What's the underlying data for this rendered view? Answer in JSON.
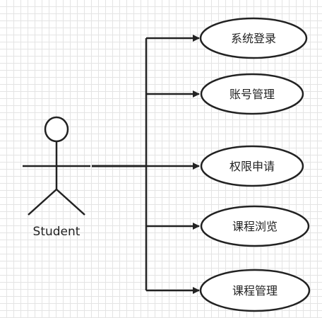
{
  "diagram": {
    "actor": {
      "label": "Student"
    },
    "use_cases": [
      {
        "label": "系统登录"
      },
      {
        "label": "账号管理"
      },
      {
        "label": "权限申请"
      },
      {
        "label": "课程浏览"
      },
      {
        "label": "课程管理"
      }
    ],
    "colors": {
      "stroke": "#222222",
      "fill": "#ffffff",
      "grid": "#e4e4e4"
    }
  }
}
